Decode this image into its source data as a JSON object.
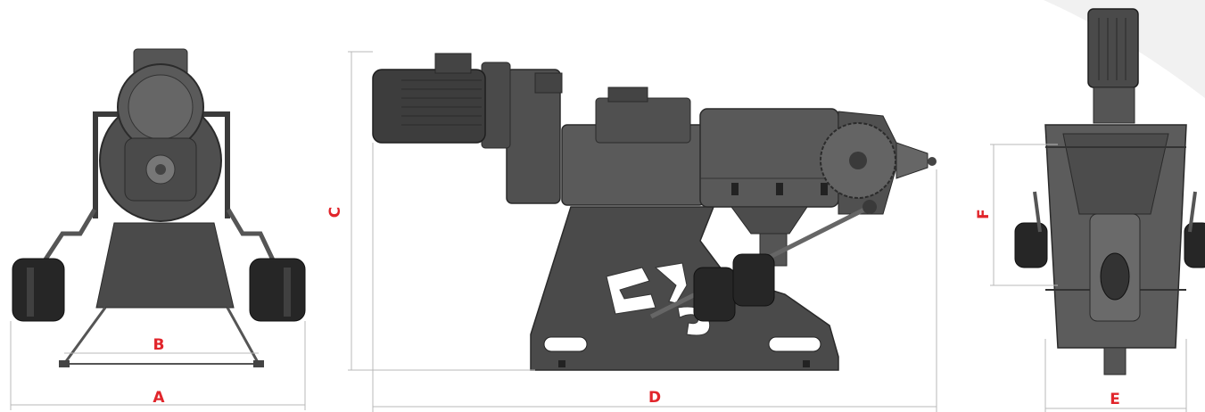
{
  "diagram": {
    "labels": {
      "A": "A",
      "B": "B",
      "C": "C",
      "D": "D",
      "E": "E",
      "F": "F"
    },
    "colors": {
      "label_red": "#e1252b",
      "dim_line": "#b8b8b8",
      "metal_dark": "#3e3e3e",
      "metal_mid": "#5b5b5b",
      "metal_light": "#8a8a8a",
      "accent_gray": "#d9d9d9",
      "watermark": "#f0f0f0"
    },
    "views": [
      "front-view",
      "side-view",
      "top-view"
    ]
  }
}
